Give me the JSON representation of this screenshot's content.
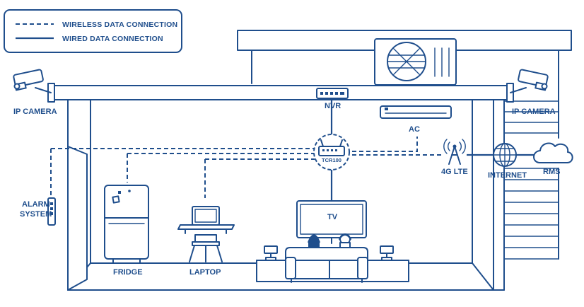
{
  "legend": {
    "wireless_label": "WIRELESS DATA CONNECTION",
    "wired_label": "WIRED DATA CONNECTION"
  },
  "devices": {
    "ip_camera_left": "IP CAMERA",
    "ip_camera_right": "IP CAMERA",
    "nvr": "NVR",
    "ac": "AC",
    "router_name": "TCR100",
    "lte": "4G LTE",
    "internet": "INTERNET",
    "rms": "RMS",
    "alarm_line1": "ALARM",
    "alarm_line2": "SYSTEM",
    "fridge": "FRIDGE",
    "laptop": "LAPTOP",
    "tv": "TV"
  },
  "colors": {
    "primary": "#1f4e8c",
    "background": "#ffffff"
  }
}
